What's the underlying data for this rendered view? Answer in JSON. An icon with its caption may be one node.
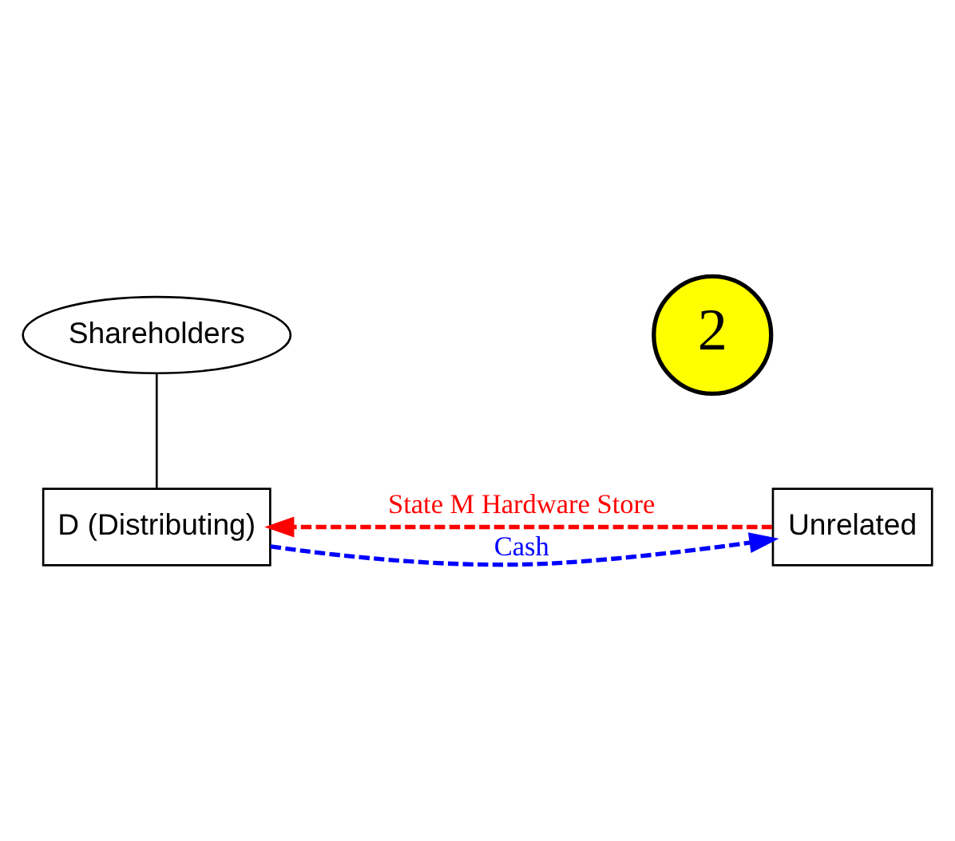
{
  "diagram": {
    "nodes": [
      {
        "text": [
          "Shareholders"
        ]
      },
      {
        "text": [
          "D (Distributing)"
        ]
      },
      {
        "text": [
          "Unrelated"
        ]
      },
      {
        "text": [
          "2"
        ]
      }
    ],
    "edges": [
      {
        "from": 0,
        "to": 1,
        "arrow": "none"
      },
      {
        "from": 1,
        "to": 2,
        "arrow": "to",
        "label": "Cash",
        "style": "dashed",
        "color": "#0000ff"
      },
      {
        "from": 2,
        "to": 1,
        "arrow": "to",
        "label": "State M Hardware Store",
        "style": "dashed",
        "color": "#ff0000"
      }
    ]
  }
}
